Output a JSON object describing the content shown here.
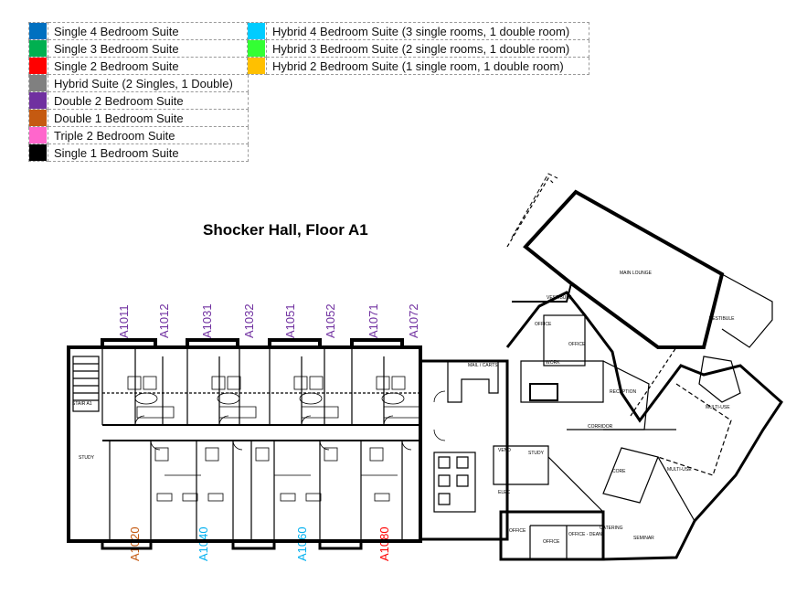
{
  "legend": {
    "left": [
      {
        "label": "Single 4 Bedroom Suite",
        "color": "#0070C0"
      },
      {
        "label": "Single 3 Bedroom Suite",
        "color": "#00B050"
      },
      {
        "label": "Single 2 Bedroom Suite",
        "color": "#FF0000"
      },
      {
        "label": "Hybrid Suite (2 Singles, 1 Double)",
        "color": "#808080"
      },
      {
        "label": "Double 2 Bedroom Suite",
        "color": "#7030A0"
      },
      {
        "label": "Double 1 Bedroom Suite",
        "color": "#C55A11"
      },
      {
        "label": "Triple 2 Bedroom Suite",
        "color": "#FF66CC"
      },
      {
        "label": "Single 1 Bedroom Suite",
        "color": "#000000"
      }
    ],
    "right": [
      {
        "label": "Hybrid 4 Bedroom Suite (3 single rooms, 1 double room)",
        "color": "#00CCFF"
      },
      {
        "label": "Hybrid 3 Bedroom Suite (2 single rooms, 1 double room)",
        "color": "#33FF33"
      },
      {
        "label": "Hybrid 2 Bedroom Suite (1 single room, 1 double room)",
        "color": "#FFC000"
      }
    ]
  },
  "title": "Shocker Hall, Floor A1",
  "units_top": [
    {
      "label": "A1011",
      "color": "#7030A0"
    },
    {
      "label": "A1012",
      "color": "#7030A0"
    },
    {
      "label": "A1031",
      "color": "#7030A0"
    },
    {
      "label": "A1032",
      "color": "#7030A0"
    },
    {
      "label": "A1051",
      "color": "#7030A0"
    },
    {
      "label": "A1052",
      "color": "#7030A0"
    },
    {
      "label": "A1071",
      "color": "#7030A0"
    },
    {
      "label": "A1072",
      "color": "#7030A0"
    }
  ],
  "units_bottom": [
    {
      "label": "A1020",
      "color": "#C55A11"
    },
    {
      "label": "A1040",
      "color": "#00B0F0"
    },
    {
      "label": "A1060",
      "color": "#00B0F0"
    },
    {
      "label": "A1080",
      "color": "#FF0000"
    }
  ],
  "rooms": {
    "main_lounge": "MAIN LOUNGE",
    "vestibule_1": "VESTIBULE",
    "vestibule_2": "VESTIBULE",
    "office_1": "OFFICE",
    "office_2": "OFFICE",
    "work": "WORK",
    "mail": "MAIL / CARTS",
    "reception": "RECEPTION",
    "corridor": "CORRIDOR",
    "multi_use_1": "MULTI-USE",
    "multi_use_2": "MULTI-USE",
    "stair": "STAIR A1",
    "study_1": "STUDY",
    "study_2": "STUDY",
    "vend": "VEND",
    "elec": "ELEC",
    "core": "CORE",
    "office_3": "OFFICE",
    "office_4": "OFFICE",
    "office_dean": "OFFICE - DEAN",
    "catering": "CATERING",
    "seminar": "SEMINAR"
  }
}
